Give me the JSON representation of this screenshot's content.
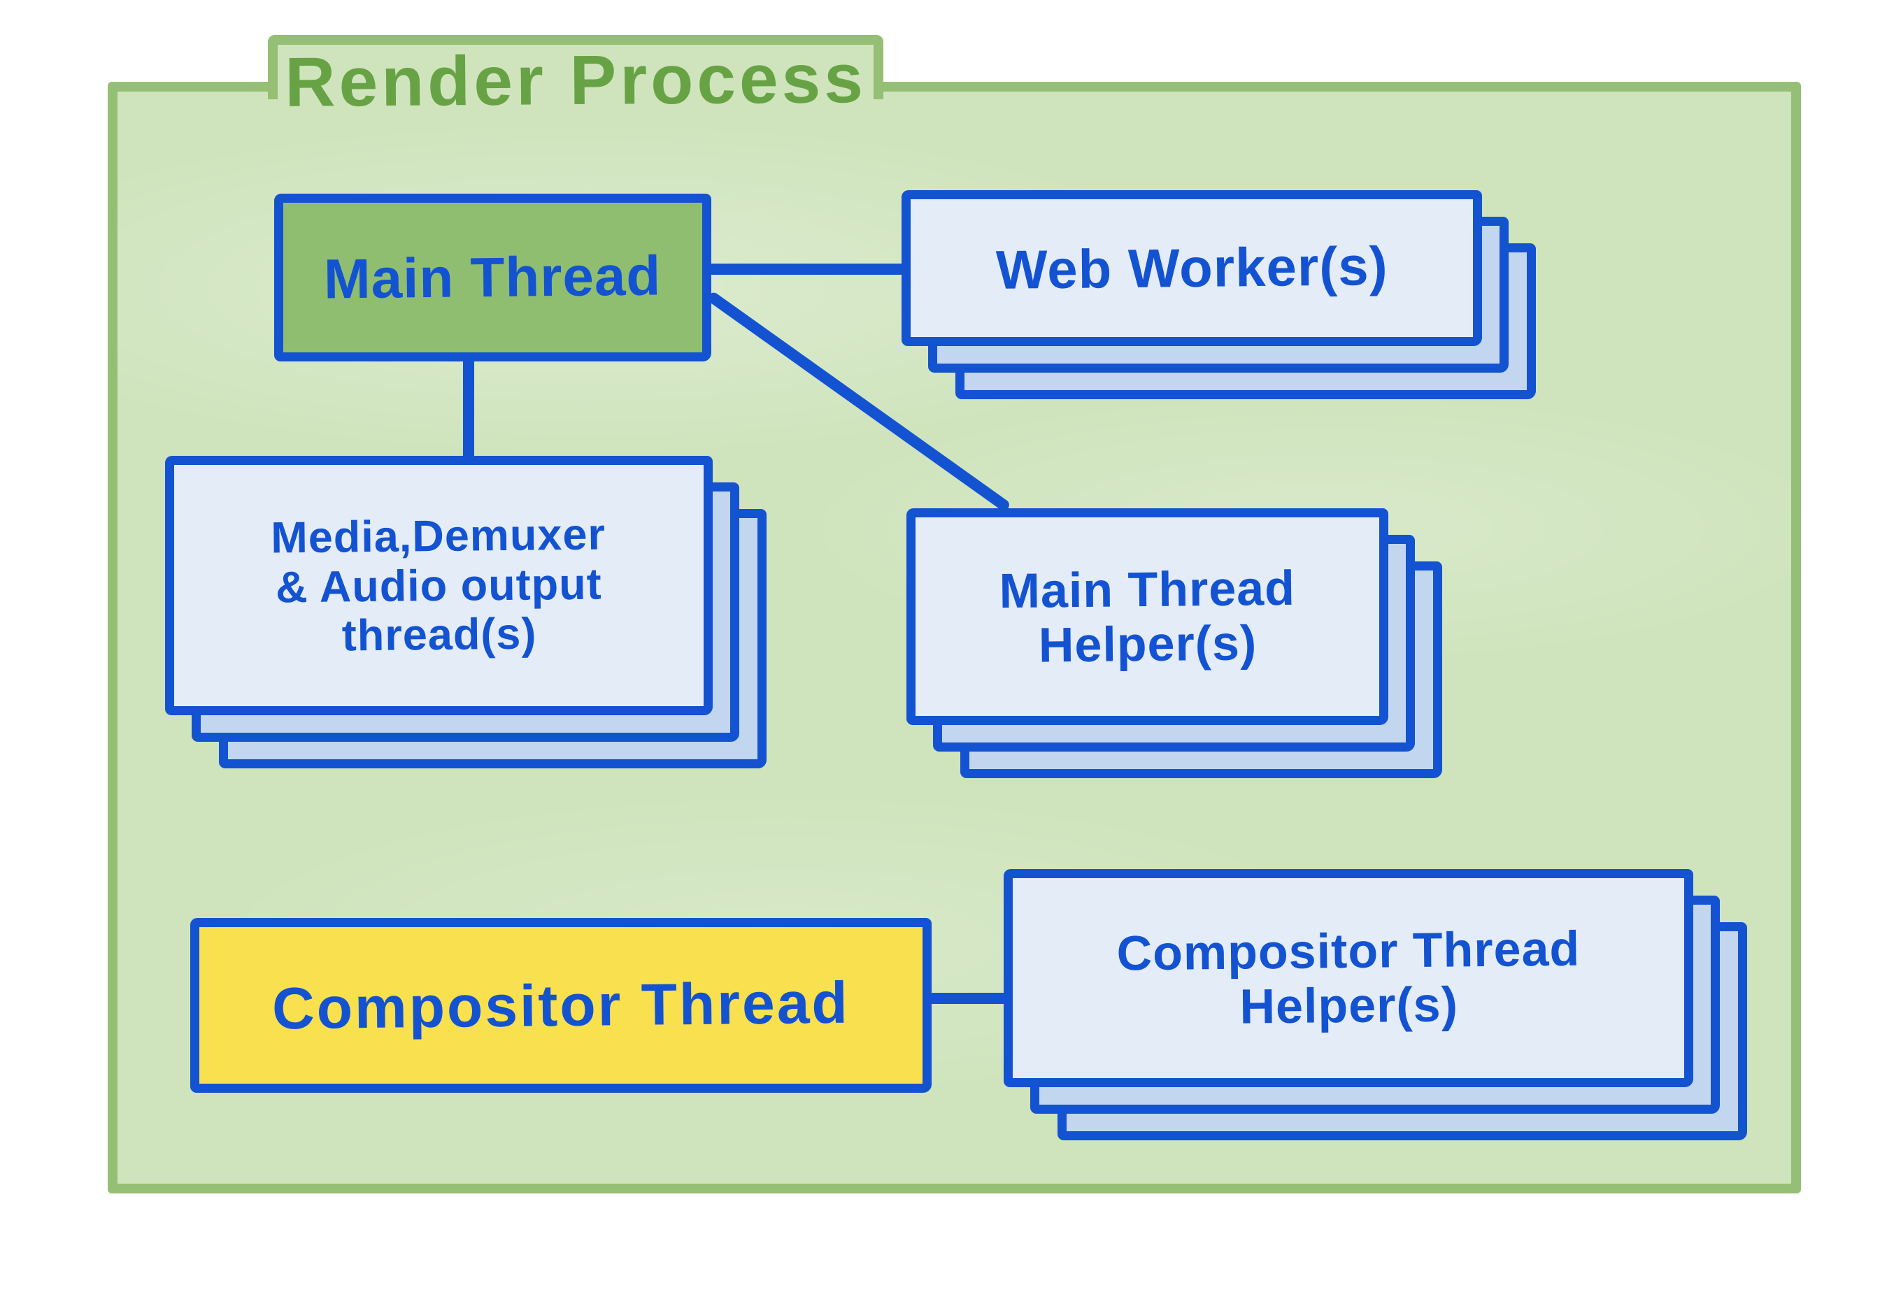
{
  "title": "Render Process",
  "colors": {
    "page_bg": "#ffffff",
    "blue": "#1353d1",
    "container_fill": "#cfe4bd",
    "container_border": "#95bf74",
    "title_green": "#67a345",
    "front_fill": "#e4ecf7",
    "back_fill": "#c3d6f0",
    "main_thread_fill": "#8fbe70",
    "compositor_fill": "#f8e04e"
  },
  "nodes": {
    "main_thread": {
      "label": "Main Thread",
      "style": "single-green"
    },
    "web_workers": {
      "label": "Web Worker(s)",
      "style": "stack"
    },
    "media_threads": {
      "label": "Media,Demuxer\n& Audio output\nthread(s)",
      "style": "stack"
    },
    "main_thread_helpers": {
      "label": "Main Thread\nHelper(s)",
      "style": "stack"
    },
    "compositor_thread": {
      "label": "Compositor Thread",
      "style": "single-yellow"
    },
    "compositor_helpers": {
      "label": "Compositor Thread\nHelper(s)",
      "style": "stack"
    }
  },
  "connections": [
    {
      "from": "main_thread",
      "to": "web_workers"
    },
    {
      "from": "main_thread",
      "to": "media_threads"
    },
    {
      "from": "main_thread",
      "to": "main_thread_helpers"
    },
    {
      "from": "compositor_thread",
      "to": "compositor_helpers"
    }
  ]
}
